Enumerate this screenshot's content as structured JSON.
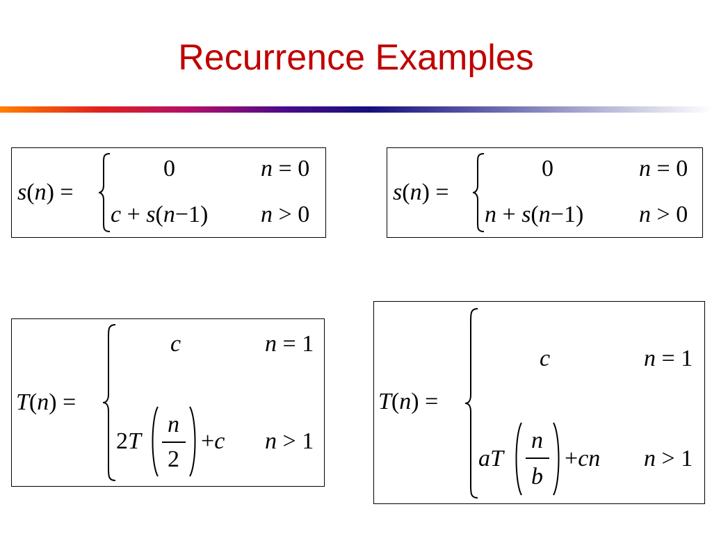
{
  "slide": {
    "title": "Recurrence Examples"
  },
  "boxes": [
    {
      "lhs": {
        "f": "s",
        "lp": "(",
        "arg": "n",
        "rp": ")",
        "eq": "="
      },
      "cases": [
        {
          "value": "0",
          "cond": {
            "v": "n",
            "op": "=",
            "k": "0"
          }
        },
        {
          "value": {
            "a": "c",
            "plus": "+",
            "f": "s",
            "lp": "(",
            "v": "n",
            "minus": "−",
            "one": "1",
            "rp": ")"
          },
          "cond": {
            "v": "n",
            "op": ">",
            "k": "0"
          }
        }
      ]
    },
    {
      "lhs": {
        "f": "s",
        "lp": "(",
        "arg": "n",
        "rp": ")",
        "eq": "="
      },
      "cases": [
        {
          "value": "0",
          "cond": {
            "v": "n",
            "op": "=",
            "k": "0"
          }
        },
        {
          "value": {
            "a": "n",
            "plus": "+",
            "f": "s",
            "lp": "(",
            "v": "n",
            "minus": "−",
            "one": "1",
            "rp": ")"
          },
          "cond": {
            "v": "n",
            "op": ">",
            "k": "0"
          }
        }
      ]
    },
    {
      "lhs": {
        "f": "T",
        "lp": "(",
        "arg": "n",
        "rp": ")",
        "eq": "="
      },
      "cases": [
        {
          "value": "c",
          "cond": {
            "v": "n",
            "op": "=",
            "k": "1"
          }
        },
        {
          "value": {
            "coef": "2",
            "f": "T",
            "num": "n",
            "den": "2",
            "plus": "+",
            "tail": "c"
          },
          "cond": {
            "v": "n",
            "op": ">",
            "k": "1"
          }
        }
      ]
    },
    {
      "lhs": {
        "f": "T",
        "lp": "(",
        "arg": "n",
        "rp": ")",
        "eq": "="
      },
      "cases": [
        {
          "value": "c",
          "cond": {
            "v": "n",
            "op": "=",
            "k": "1"
          }
        },
        {
          "value": {
            "coef": "a",
            "f": "T",
            "num": "n",
            "den": "b",
            "plus": "+",
            "tail": "cn"
          },
          "cond": {
            "v": "n",
            "op": ">",
            "k": "1"
          }
        }
      ]
    }
  ]
}
